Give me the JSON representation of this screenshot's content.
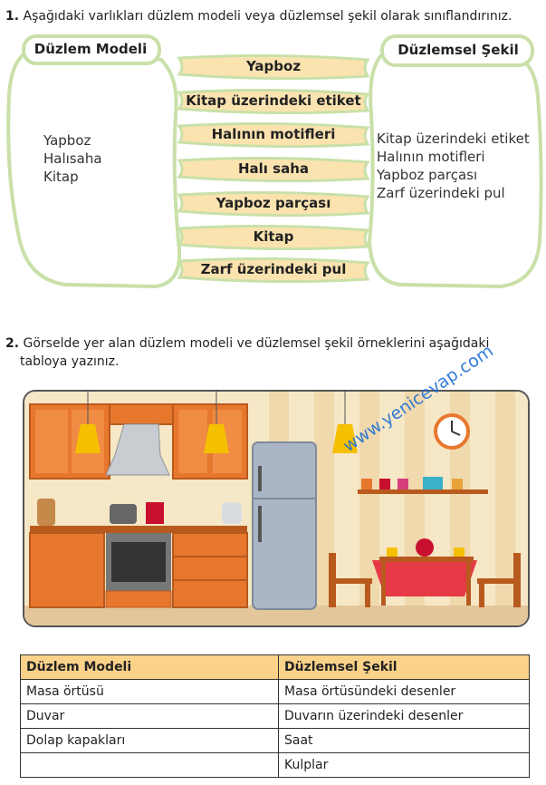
{
  "q1": {
    "number": "1.",
    "text": "Aşağıdaki varlıkları düzlem modeli veya düzlemsel şekil olarak sınıflandırınız.",
    "left_title": "Düzlem Modeli",
    "right_title": "Düzlemsel Şekil",
    "left_items": [
      "Yapboz",
      "Halısaha",
      "Kitap"
    ],
    "right_items": [
      "Kitap üzerindeki etiket",
      "Halının motifleri",
      "Yapboz parçası",
      "Zarf üzerindeki pul"
    ],
    "banners": [
      "Yapboz",
      "Kitap üzerindeki etiket",
      "Halının motifleri",
      "Halı saha",
      "Yapboz parçası",
      "Kitap",
      "Zarf üzerindeki pul"
    ]
  },
  "q2": {
    "number": "2.",
    "text_line1": "Görselde yer alan düzlem modeli ve düzlemsel şekil örneklerini aşağıdaki",
    "text_line2": "tabloya yazınız.",
    "watermark": "www.yenicevap.com"
  },
  "table": {
    "headers": [
      "Düzlem Modeli",
      "Düzlemsel Şekil"
    ],
    "rows": [
      [
        "Masa örtüsü",
        "Masa örtüsündeki desenler"
      ],
      [
        "Duvar",
        "Duvarın üzerindeki desenler"
      ],
      [
        "Dolap kapakları",
        "Saat"
      ],
      [
        "",
        "Kulplar"
      ]
    ]
  },
  "colors": {
    "banner_fill": "#fbe3b0",
    "banner_stroke": "#c9e0a8",
    "bag_stroke": "#c9e0a8",
    "table_header": "#fbd28a",
    "cabinet_orange": "#e8772e",
    "wall": "#f6e7c6",
    "watermark": "#1d6fd6"
  }
}
